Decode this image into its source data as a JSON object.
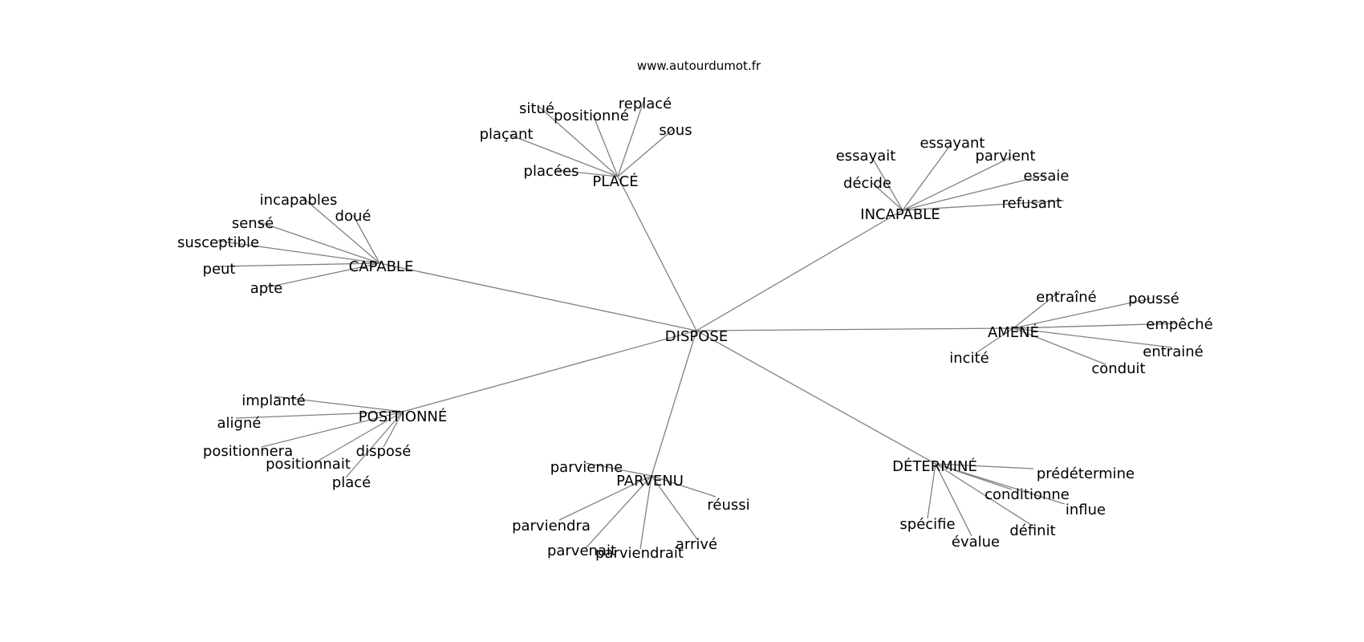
{
  "source": "www.autourdumot.fr",
  "center": "DISPOSE",
  "groups": [
    {
      "word": "PLACÉ",
      "neighbors": [
        "situé",
        "positionné",
        "replacé",
        "sous",
        "plaçant",
        "placées"
      ]
    },
    {
      "word": "INCAPABLE",
      "neighbors": [
        "essayait",
        "essayant",
        "parvient",
        "essaie",
        "décide",
        "refusant"
      ]
    },
    {
      "word": "CAPABLE",
      "neighbors": [
        "incapables",
        "doué",
        "sensé",
        "susceptible",
        "peut",
        "apte"
      ]
    },
    {
      "word": "AMENÉ",
      "neighbors": [
        "entraîné",
        "poussé",
        "empêché",
        "entrainé",
        "conduit",
        "incité"
      ]
    },
    {
      "word": "POSITIONNÉ",
      "neighbors": [
        "implanté",
        "aligné",
        "positionnera",
        "positionnait",
        "disposé",
        "placé"
      ]
    },
    {
      "word": "PARVENU",
      "neighbors": [
        "parvienne",
        "réussi",
        "parviendra",
        "parvenait",
        "parviendrait",
        "arrivé"
      ]
    },
    {
      "word": "DÉTERMINÉ",
      "neighbors": [
        "prédétermine",
        "conditionne",
        "influe",
        "spécifie",
        "évalue",
        "définit"
      ]
    }
  ]
}
